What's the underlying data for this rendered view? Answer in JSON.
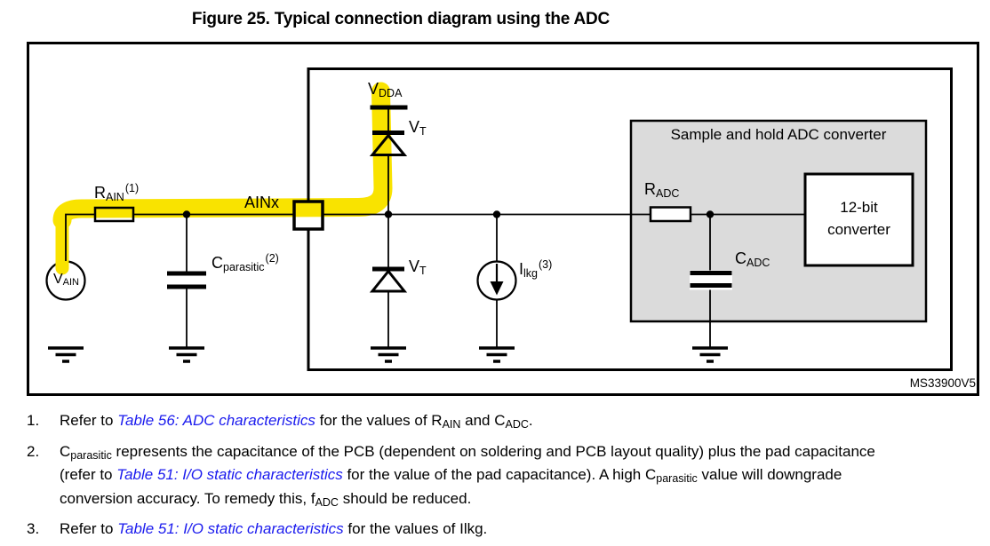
{
  "figure": {
    "title": "Figure 25. Typical connection diagram using the ADC",
    "drawing_id": "MS33900V5"
  },
  "diagram": {
    "colors": {
      "highlight_yellow": "#F9E300",
      "block_gray": "#DBDBDB",
      "link_blue": "#1A1AEE",
      "line_black": "#000000"
    },
    "labels": {
      "vain": {
        "main": "V",
        "sub": "AIN"
      },
      "rain": {
        "main": "R",
        "sub": "AIN",
        "sup": "(1)"
      },
      "ainx": {
        "text": "AINx"
      },
      "cparasitic": {
        "main": "C",
        "sub": "parasitic",
        "sup": "(2)"
      },
      "vdda": {
        "main": "V",
        "sub": "DDA"
      },
      "vt_top": {
        "main": "V",
        "sub": "T"
      },
      "vt_bottom": {
        "main": "V",
        "sub": "T"
      },
      "ilkg": {
        "main": "I",
        "sub": "lkg",
        "sup": "(3)"
      },
      "radc": {
        "main": "R",
        "sub": "ADC"
      },
      "cadc": {
        "main": "C",
        "sub": "ADC"
      },
      "sample_hold_title": "Sample and hold ADC converter",
      "converter_line1": "12-bit",
      "converter_line2": "converter"
    }
  },
  "footnotes": [
    {
      "number": "1.",
      "segments": [
        {
          "t": "text",
          "v": "Refer to "
        },
        {
          "t": "link",
          "v": "Table 56: ADC characteristics"
        },
        {
          "t": "text",
          "v": " for the values of R"
        },
        {
          "t": "sub",
          "v": "AIN"
        },
        {
          "t": "text",
          "v": " and C"
        },
        {
          "t": "sub",
          "v": "ADC"
        },
        {
          "t": "text",
          "v": "."
        }
      ]
    },
    {
      "number": "2.",
      "segments": [
        {
          "t": "text",
          "v": "C"
        },
        {
          "t": "sub",
          "v": "parasitic"
        },
        {
          "t": "text",
          "v": " represents the capacitance of the PCB (dependent on soldering and PCB layout quality) plus the pad capacitance (refer to "
        },
        {
          "t": "link",
          "v": "Table 51: I/O static characteristics"
        },
        {
          "t": "text",
          "v": " for the value of the pad capacitance). A high C"
        },
        {
          "t": "sub",
          "v": "parasitic"
        },
        {
          "t": "text",
          "v": " value will downgrade conversion accuracy. To remedy this, f"
        },
        {
          "t": "sub",
          "v": "ADC"
        },
        {
          "t": "text",
          "v": " should be reduced."
        }
      ]
    },
    {
      "number": "3.",
      "segments": [
        {
          "t": "text",
          "v": "Refer to "
        },
        {
          "t": "link",
          "v": "Table 51: I/O static characteristics"
        },
        {
          "t": "text",
          "v": " for the values of Ilkg."
        }
      ]
    }
  ]
}
